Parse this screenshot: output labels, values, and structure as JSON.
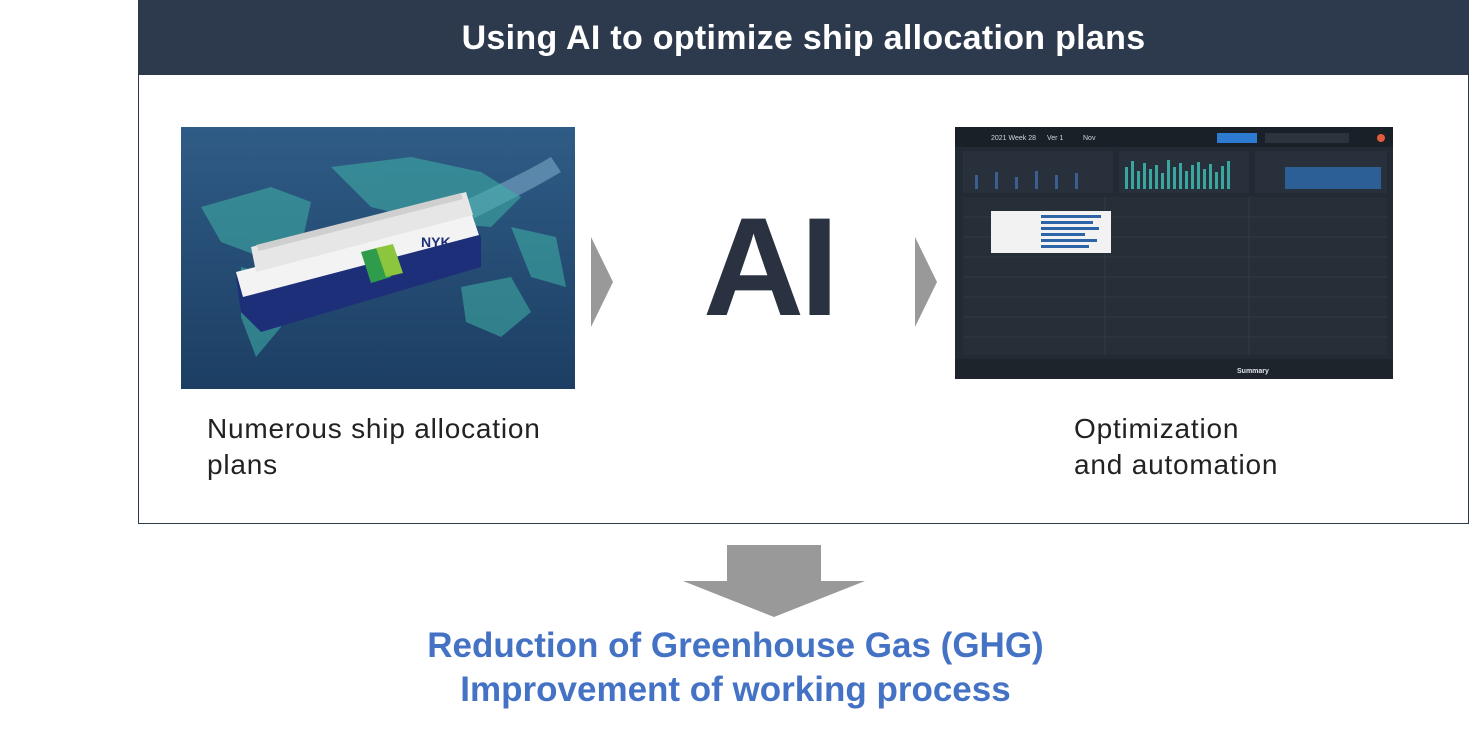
{
  "header": {
    "title": "Using AI to optimize ship allocation plans"
  },
  "left": {
    "image_label": "",
    "caption_line1": "Numerous ship allocation",
    "caption_line2": "plans"
  },
  "center": {
    "label": "AI"
  },
  "right": {
    "caption_line1": "Optimization",
    "caption_line2": "and automation",
    "dashboard": {
      "week": "2021 Week 28",
      "version": "Ver 1",
      "month": "Nov",
      "summary_label": "Summary"
    }
  },
  "ship": {
    "hull_logo": "NYK"
  },
  "outcomes": {
    "line1": "Reduction of Greenhouse Gas (GHG)",
    "line2": "Improvement of working process"
  },
  "colors": {
    "header_bg": "#2d3a4d",
    "outcome_text": "#4472c4",
    "arrow_gray": "#999999"
  }
}
